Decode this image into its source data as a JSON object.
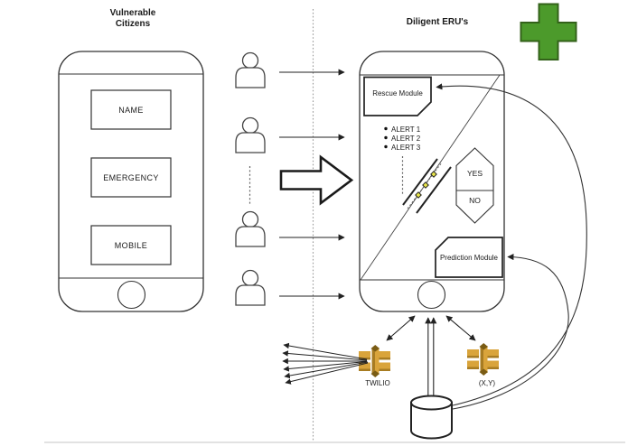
{
  "colors": {
    "background": "#ffffff",
    "plus_fill": "#4C9A2B",
    "plus_stroke": "#33621A",
    "gold": "#D9A43B",
    "gold_dark": "#A87C22",
    "gold_darkest": "#7A5C14",
    "diamond_yellow": "#E8E54A",
    "line": "#222222",
    "hairline": "#D8D8D8"
  },
  "left_panel": {
    "title": "Vulnerable Citizens",
    "fields": [
      {
        "label": "NAME"
      },
      {
        "label": "EMERGENCY"
      },
      {
        "label": "MOBILE"
      }
    ]
  },
  "right_panel": {
    "title": "Diligent ERU's",
    "rescue_module": "Rescue Module",
    "prediction_module": "Prediction Module",
    "alerts": [
      "ALERT 1",
      "ALERT 2",
      "ALERT 3"
    ],
    "decision": {
      "yes": "YES",
      "no": "NO"
    }
  },
  "services": {
    "sms_label": "TWILIO",
    "coords_label": "(X,Y)"
  },
  "icons": {
    "green_plus": "medical-plus-icon",
    "citizen": "person-icon",
    "service": "aws-gold-service-icon",
    "database": "database-cylinder-icon"
  }
}
